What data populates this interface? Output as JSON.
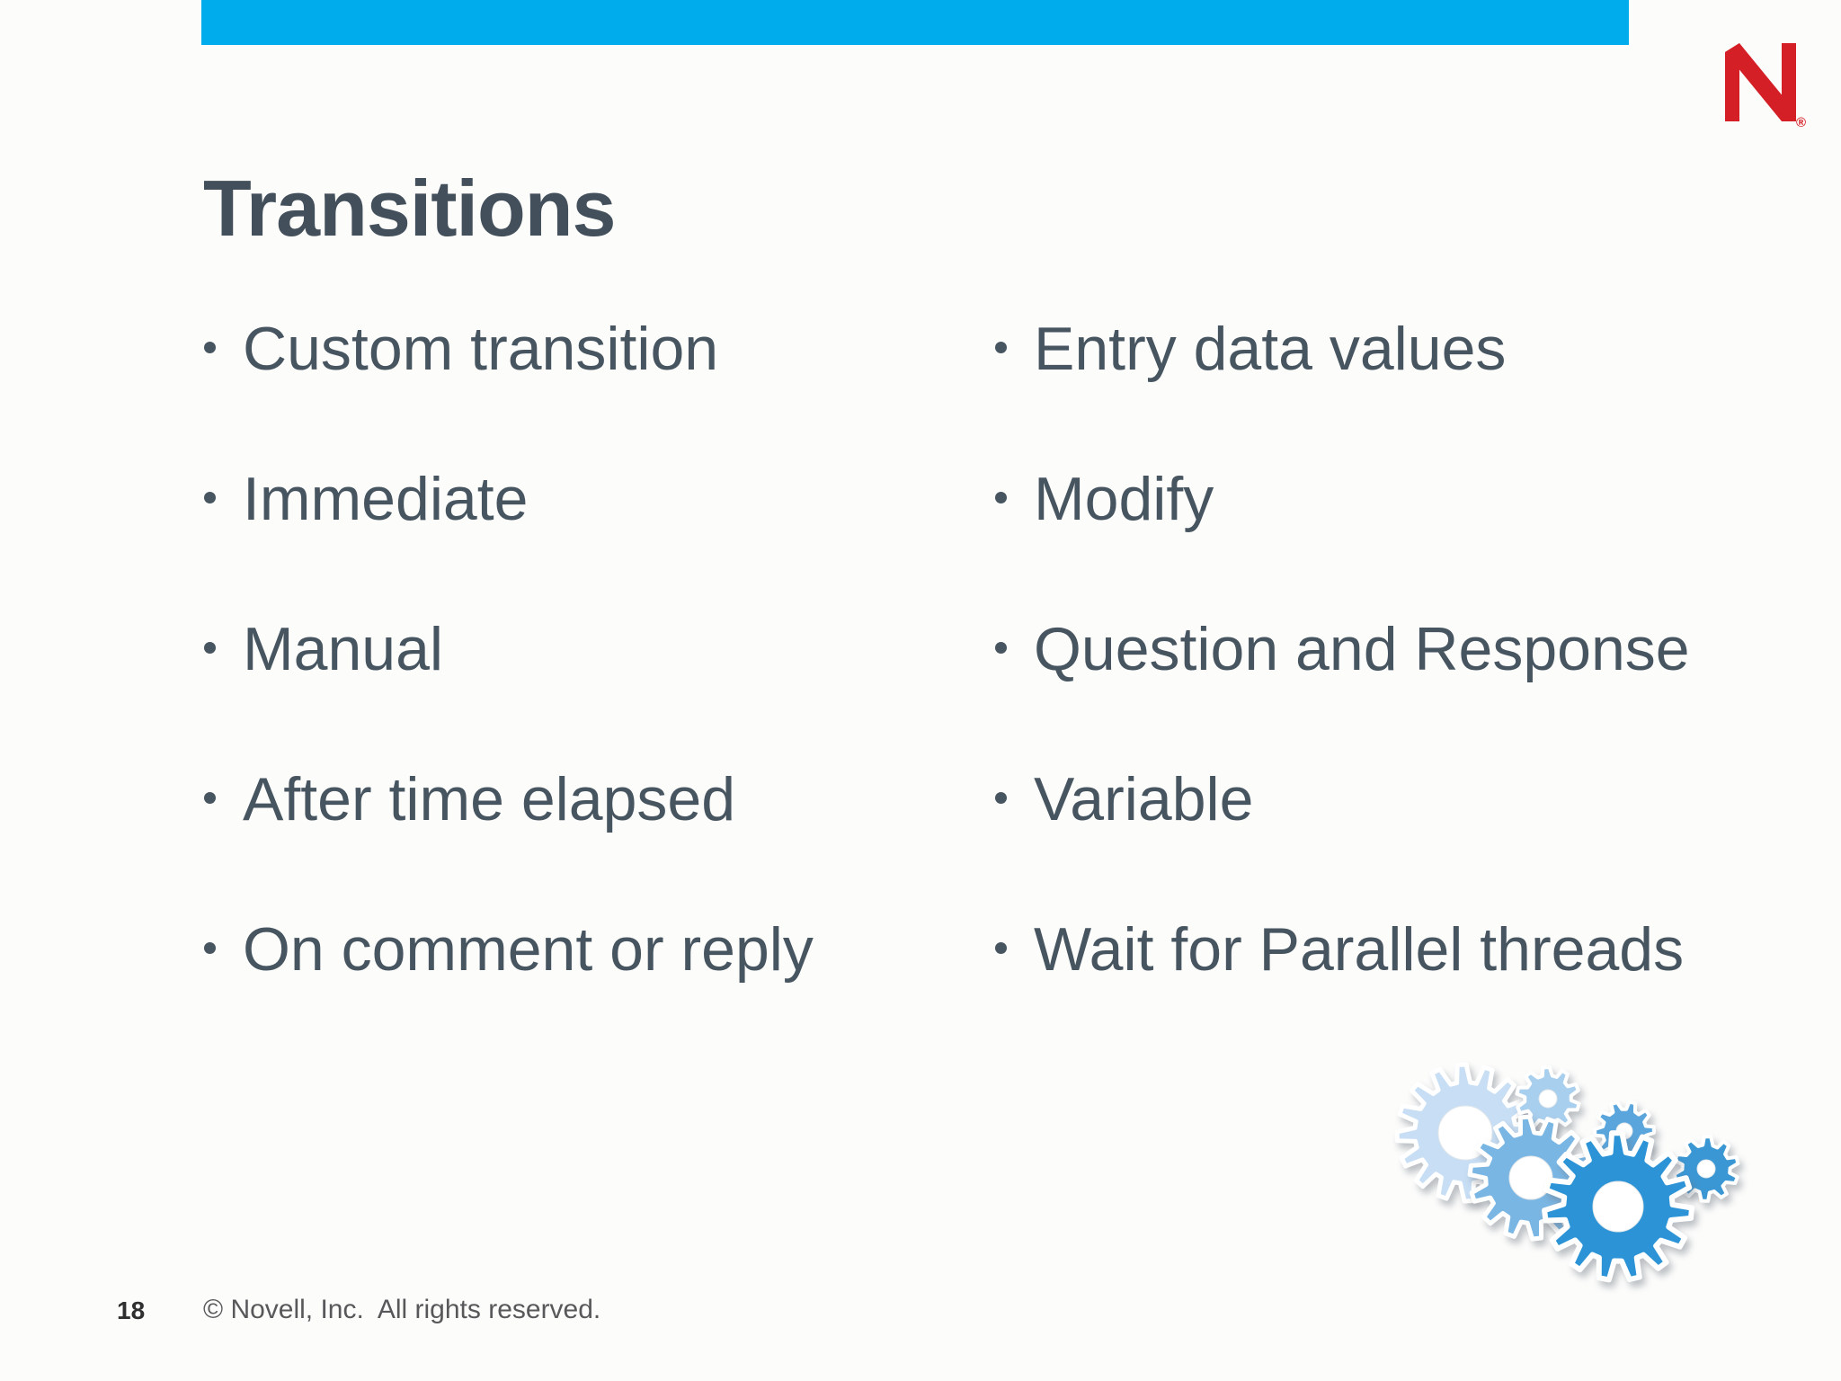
{
  "slide": {
    "title": "Transitions",
    "accent_bar_color": "#00ACEC",
    "title_color": "#434F5A",
    "body_text_color": "#475560",
    "logo": {
      "name": "novell-n-logo",
      "color": "#D51F26",
      "registered_mark": "®"
    },
    "bullets": {
      "left": [
        "Custom transition",
        "Immediate",
        "Manual",
        "After time elapsed",
        "On comment or reply"
      ],
      "right": [
        "Entry data values",
        "Modify",
        "Question and Response",
        "Variable",
        "Wait for Parallel threads"
      ]
    },
    "footer": {
      "page_number": "18",
      "copyright": "© Novell, Inc.  All rights reserved."
    },
    "gears_image": {
      "name": "gears-illustration",
      "colors": [
        "#C7DEF4",
        "#A9CFEE",
        "#7AB6E4",
        "#5AA5DC",
        "#2C94D6",
        "#3B97D4"
      ],
      "hole_color": "#ffffff"
    }
  }
}
